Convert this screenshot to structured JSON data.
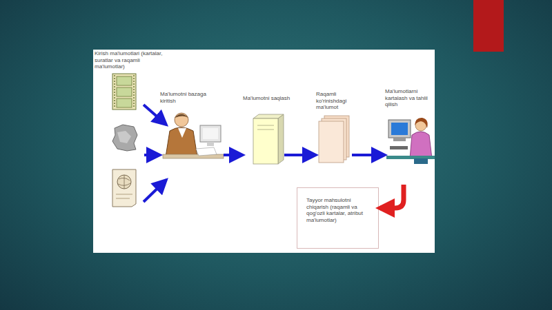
{
  "diagram": {
    "nodes": [
      {
        "text": [
          "Kirish ma'lumotlari (kartalar, suratlar va raqamli ma'lumotlar)"
        ]
      },
      {
        "text": [
          "Ma'lumotni bazaga kiritish"
        ]
      },
      {
        "text": [
          "Ma'lumotni saqlash"
        ]
      },
      {
        "text": [
          "Raqamli ko'rinishdagi ma'lumot"
        ]
      },
      {
        "text": [
          "Ma'lumotlarni kartalash va tahlil qilish"
        ]
      },
      {
        "text": [
          "Tayyor mahsulotni chiqarish (raqamli va qog'ozli kartalar, atribut ma'lumotlar)"
        ]
      }
    ],
    "edges": [
      {
        "from": 0,
        "to": 1,
        "arrow": "to"
      },
      {
        "from": 1,
        "to": 2,
        "arrow": "to"
      },
      {
        "from": 2,
        "to": 3,
        "arrow": "to"
      },
      {
        "from": 3,
        "to": 4,
        "arrow": "to"
      },
      {
        "from": 4,
        "to": 5,
        "arrow": "to"
      }
    ]
  }
}
